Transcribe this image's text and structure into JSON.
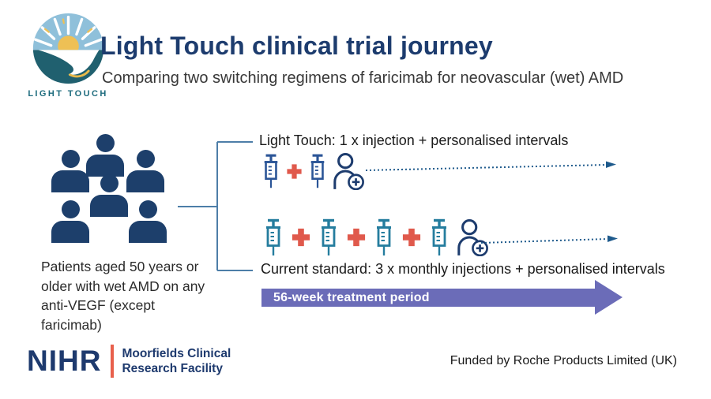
{
  "header": {
    "logo_caption": "LIGHT TOUCH",
    "title": "Light Touch clinical trial journey",
    "subtitle": "Comparing two switching regimens of faricimab for neovascular (wet) AMD"
  },
  "patients": {
    "description": "Patients aged 50 years or older with wet AMD on any anti-VEGF (except faricimab)"
  },
  "arms": {
    "light_touch": {
      "label": "Light Touch: 1 x injection + personalised intervals",
      "sequence": [
        "syringe",
        "plus",
        "syringe",
        "person-add"
      ]
    },
    "current_standard": {
      "label": "Current standard: 3 x monthly injections + personalised intervals",
      "sequence": [
        "syringe",
        "plus",
        "syringe",
        "plus",
        "syringe",
        "plus",
        "syringe",
        "person-add"
      ]
    }
  },
  "timeline": {
    "label": "56-week treatment period"
  },
  "footer": {
    "nihr_wordmark": "NIHR",
    "facility_line1": "Moorfields Clinical",
    "facility_line2": "Research Facility",
    "funding": "Funded by Roche Products Limited (UK)"
  },
  "colors": {
    "title_navy": "#1d3c6e",
    "people_navy": "#1d3f6b",
    "bracket_blue": "#4d7ea8",
    "syringe_navy": "#2b5597",
    "syringe_teal": "#257d9e",
    "plus_red": "#e0594c",
    "person_navy": "#1d3c6e",
    "arrow_blue": "#1e5a8c",
    "purple": "#6b6cb8",
    "nihr_navy": "#1e3a6e",
    "nihr_coral": "#e8604c",
    "logo_teal_text": "#1d6b7d",
    "logo_sky": "#8fc0da",
    "logo_sun": "#eec055",
    "logo_teal": "#20606f"
  }
}
